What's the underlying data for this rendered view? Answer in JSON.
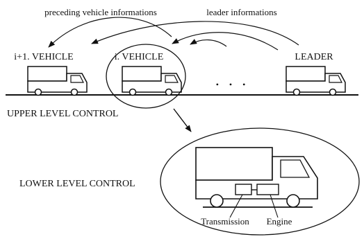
{
  "arrows": {
    "preceding_info": "preceding vehicle informations",
    "leader_info": "leader informations"
  },
  "vehicles": {
    "follower": "i+1. VEHICLE",
    "current": "i. VEHICLE",
    "leader": "LEADER",
    "ellipsis": "• • •"
  },
  "levels": {
    "upper": "UPPER LEVEL CONTROL",
    "lower": "LOWER LEVEL CONTROL"
  },
  "components": {
    "transmission": "Transmission",
    "engine": "Engine"
  },
  "colors": {
    "ink": "#111111",
    "background": "#ffffff"
  }
}
